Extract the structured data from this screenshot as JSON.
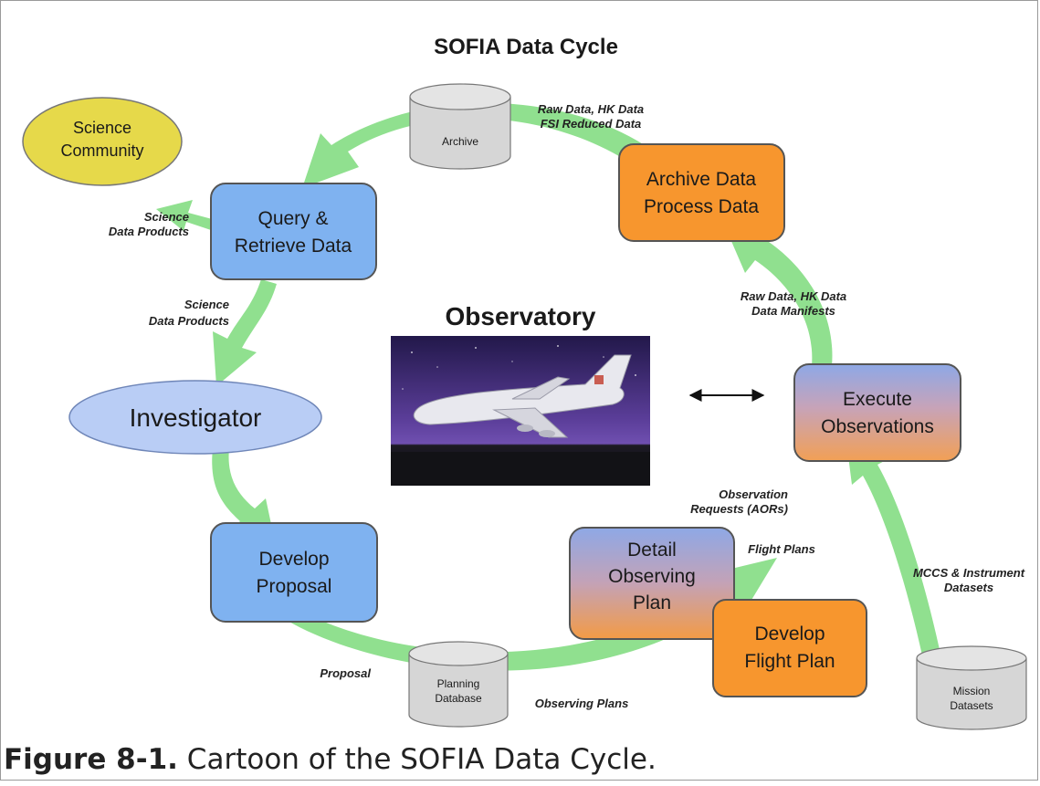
{
  "title": "SOFIA Data Cycle",
  "center": {
    "label": "Observatory"
  },
  "nodes": {
    "science_community": [
      "Science",
      "Community"
    ],
    "query": [
      "Query &",
      "Retrieve Data"
    ],
    "investigator": [
      "Investigator"
    ],
    "develop_proposal": [
      "Develop",
      "Proposal"
    ],
    "archive_process": [
      "Archive Data",
      "Process Data"
    ],
    "execute": [
      "Execute",
      "Observations"
    ],
    "detail_plan": [
      "Detail",
      "Observing",
      "Plan"
    ],
    "flight_plan": [
      "Develop",
      "Flight Plan"
    ]
  },
  "databases": {
    "archive": [
      "Archive"
    ],
    "planning": [
      "Planning",
      "Database"
    ],
    "mission": [
      "Mission",
      "Datasets"
    ]
  },
  "annotations": {
    "raw_top": [
      "Raw Data, HK Data",
      "FSI Reduced Data"
    ],
    "science_products_left": [
      "Science",
      "Data Products"
    ],
    "science_products_down": [
      "Science",
      "Data Products"
    ],
    "raw_right": [
      "Raw Data, HK Data",
      "Data Manifests"
    ],
    "obs_requests": [
      "Observation",
      "Requests (AORs)"
    ],
    "flight_plans": [
      "Flight Plans"
    ],
    "mccs": [
      "MCCS & Instrument",
      "Datasets"
    ],
    "proposal": [
      "Proposal"
    ],
    "observing_plans": [
      "Observing Plans"
    ]
  },
  "caption": {
    "number": "Figure 8-1.",
    "text": " Cartoon of the SOFIA Data Cycle."
  },
  "colors": {
    "arrow": "#90e08f",
    "blue_box": "#7fb2f0",
    "orange_box": "#f7962e",
    "ellipse_yellow": "#e6d94a",
    "ellipse_blue": "#b9cdf5",
    "db_fill": "#d9d9d9",
    "sky_top": "#2a1e55",
    "sky_bottom": "#6c4aa8"
  }
}
